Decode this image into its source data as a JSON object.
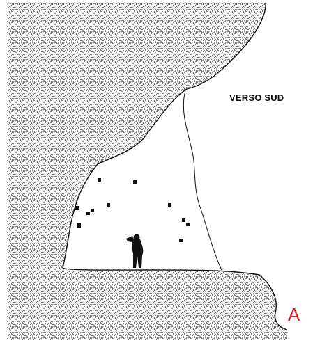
{
  "figure": {
    "caption": "VERSO SUD",
    "panel_label": "A",
    "caption_color": "#111111",
    "panel_label_color": "#d6202a",
    "rock_color": "#8a8a8a",
    "ink_color": "#111111",
    "elements": {
      "rock_mass": "stippled-rock",
      "cave_opening": "cave-void",
      "fracture_line": "fracture",
      "human_figure": "silhouette",
      "marks": "dark-squares"
    }
  }
}
